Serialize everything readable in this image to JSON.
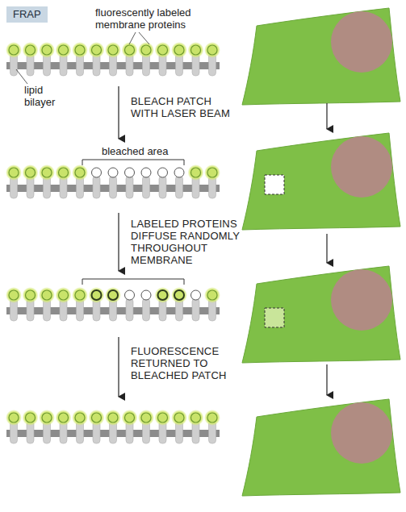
{
  "diagram": {
    "title": "FRAP",
    "labels": [
      "fluorescently labeled membrane proteins",
      "lipid bilayer",
      "BLEACH PATCH WITH LASER BEAM",
      "bleached area",
      "LABELED PROTEINS DIFFUSE RANDOMLY THROUGHOUT MEMBRANE",
      "FLUORESCENCE RETURNED TO BLEACHED PATCH"
    ]
  }
}
